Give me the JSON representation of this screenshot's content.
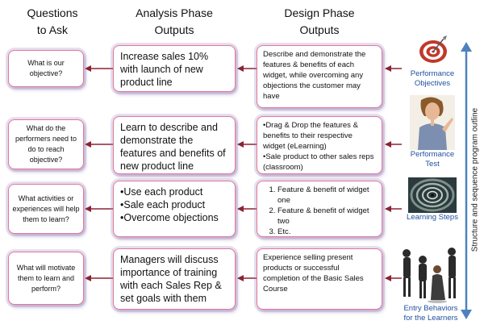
{
  "headers": {
    "questions": [
      "Questions",
      "to Ask"
    ],
    "analysis": [
      "Analysis Phase",
      "Outputs"
    ],
    "design": [
      "Design Phase",
      "Outputs"
    ]
  },
  "rows": [
    {
      "question": "What is our objective?",
      "analysis": [
        "Increase sales 10% with launch of new product line"
      ],
      "design": [
        "Describe and demonstrate the features & benefits of each widget, while overcoming any objections the customer may have"
      ]
    },
    {
      "question": "What do the performers need to do to reach objective?",
      "analysis": [
        "Learn to describe and demonstrate the features and benefits of new product line"
      ],
      "design": [
        "•Drag & Drop the features & benefits to their respective widget (eLearning)",
        "•Sale product to other sales reps (classroom)"
      ]
    },
    {
      "question": "What activities or experiences will help them to learn?",
      "analysis": [
        "•Use each product",
        "•Sale each product",
        "•Overcome objections"
      ],
      "design": [
        "Feature & benefit of widget one",
        "Feature & benefit of widget two",
        "Etc."
      ]
    },
    {
      "question": "What will motivate them to learn and perform?",
      "analysis": [
        "Managers will discuss importance of training with each Sales Rep & set goals with them"
      ],
      "design": [
        "Experience selling present products or successful completion of the Basic Sales Course"
      ]
    }
  ],
  "side_labels": {
    "objectives": [
      "Performance",
      "Objectives"
    ],
    "test": [
      "Performance",
      "Test"
    ],
    "steps": [
      "Learning Steps"
    ],
    "entry": [
      "Entry Behaviors",
      "for the Learners"
    ]
  },
  "vertical_label": "Structure and sequence program outline",
  "icons": [
    "target-icon",
    "woman-pointing-photo",
    "spiral-staircase-photo",
    "people-group-photo"
  ],
  "colors": {
    "box_border": "#e07a95",
    "arrow": "#8b2332",
    "label_blue": "#1f4e9e",
    "outline_arrow": "#4f81bd"
  }
}
